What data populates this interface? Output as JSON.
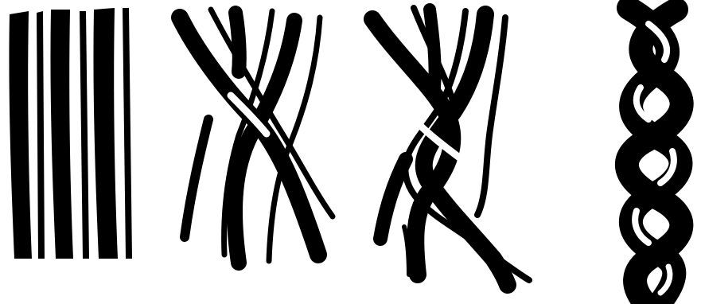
{
  "figure": {
    "background_color": "#ffffff",
    "ink_color": "#000000",
    "stages": [
      {
        "id": "stage-1-parallel-strands",
        "strand_count": 6
      },
      {
        "id": "stage-2-crossing-strands",
        "strand_count": 6
      },
      {
        "id": "stage-3-loose-braid",
        "strand_count": 6
      },
      {
        "id": "stage-4-tight-braid",
        "strand_count": 6
      }
    ]
  }
}
